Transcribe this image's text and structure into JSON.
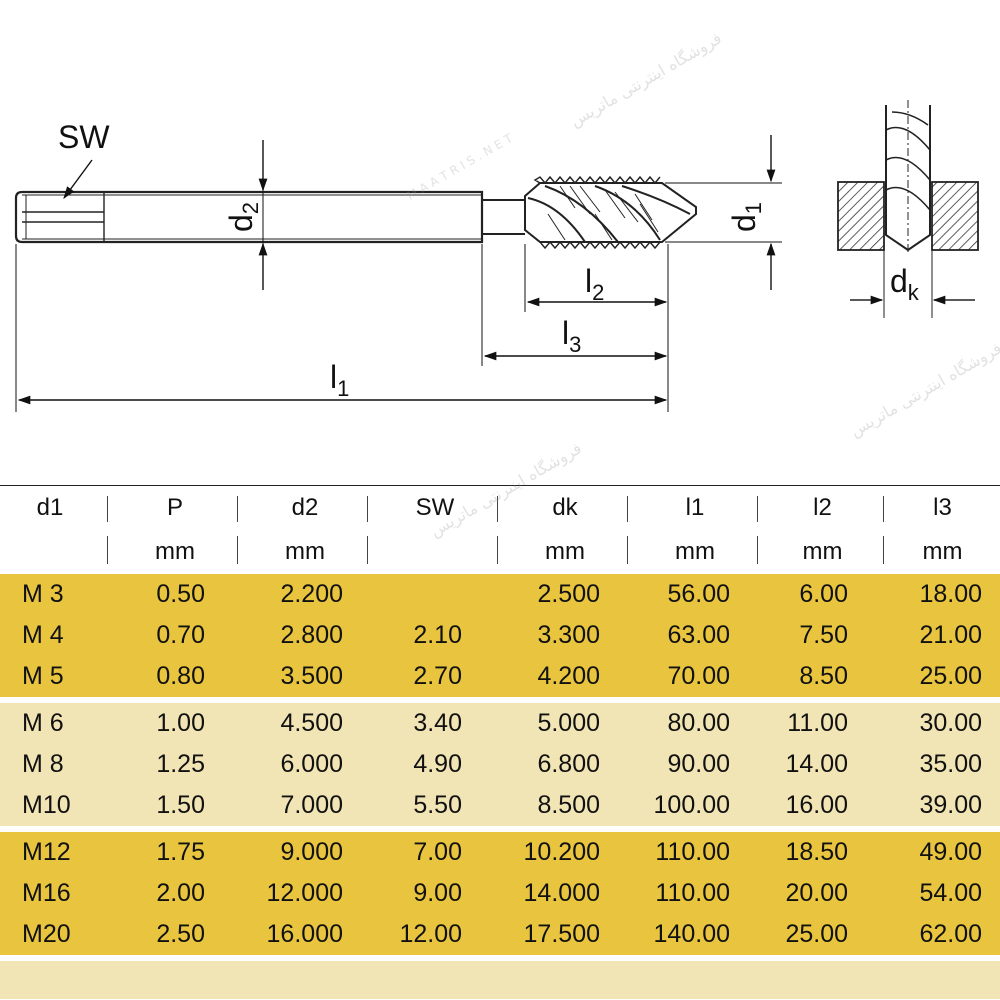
{
  "drawing": {
    "labels": {
      "sw": "SW",
      "d2": "d",
      "d2_sub": "2",
      "d1": "d",
      "d1_sub": "1",
      "l1": "l",
      "l1_sub": "1",
      "l2": "l",
      "l2_sub": "2",
      "l3": "l",
      "l3_sub": "3",
      "dk": "d",
      "dk_sub": "k"
    }
  },
  "table": {
    "headers": [
      "d1",
      "P",
      "d2",
      "SW",
      "dk",
      "l1",
      "l2",
      "l3"
    ],
    "units": [
      "",
      "mm",
      "mm",
      "",
      "mm",
      "mm",
      "mm",
      "mm"
    ],
    "groups": [
      {
        "shade": "#e9c53f",
        "rows": [
          [
            "M 3",
            "0.50",
            "2.200",
            "",
            "2.500",
            "56.00",
            "6.00",
            "18.00"
          ],
          [
            "M 4",
            "0.70",
            "2.800",
            "2.10",
            "3.300",
            "63.00",
            "7.50",
            "21.00"
          ],
          [
            "M 5",
            "0.80",
            "3.500",
            "2.70",
            "4.200",
            "70.00",
            "8.50",
            "25.00"
          ]
        ]
      },
      {
        "shade": "#f2e5b5",
        "rows": [
          [
            "M 6",
            "1.00",
            "4.500",
            "3.40",
            "5.000",
            "80.00",
            "11.00",
            "30.00"
          ],
          [
            "M 8",
            "1.25",
            "6.000",
            "4.90",
            "6.800",
            "90.00",
            "14.00",
            "35.00"
          ],
          [
            "M10",
            "1.50",
            "7.000",
            "5.50",
            "8.500",
            "100.00",
            "16.00",
            "39.00"
          ]
        ]
      },
      {
        "shade": "#e9c53f",
        "rows": [
          [
            "M12",
            "1.75",
            "9.000",
            "7.00",
            "10.200",
            "110.00",
            "18.50",
            "49.00"
          ],
          [
            "M16",
            "2.00",
            "12.000",
            "9.00",
            "14.000",
            "110.00",
            "20.00",
            "54.00"
          ],
          [
            "M20",
            "2.50",
            "16.000",
            "12.00",
            "17.500",
            "140.00",
            "25.00",
            "62.00"
          ]
        ]
      }
    ]
  },
  "watermark": {
    "text_fa": "فروشگاه اینترنتی ماتریس",
    "text_en": "M A A T R I S . N E T"
  },
  "colors": {
    "band_dark": "#e9c53f",
    "band_light": "#f2e5b5",
    "line": "#222222"
  }
}
